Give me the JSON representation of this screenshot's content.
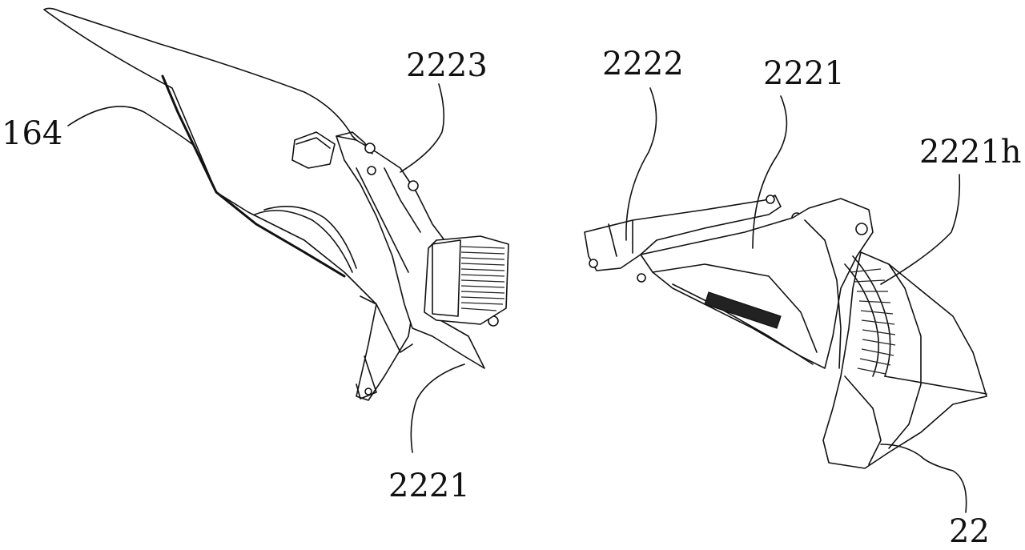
{
  "figure": {
    "labels": {
      "left_panel": "164",
      "left_bracket_top": "2223",
      "left_bracket_bottom": "2221",
      "right_rail": "2222",
      "right_bracket": "2221",
      "right_vent": "2221h",
      "right_housing": "22"
    }
  }
}
